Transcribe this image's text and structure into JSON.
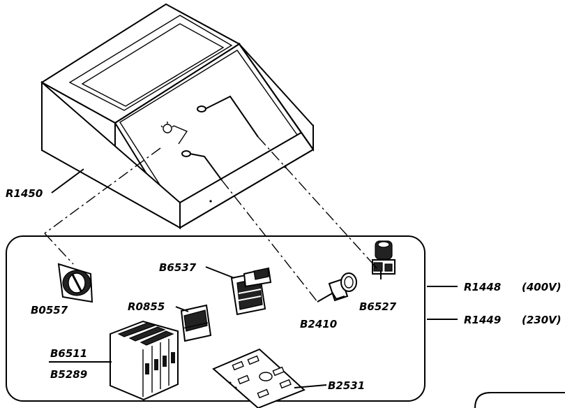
{
  "labels": {
    "enclosure": "R1450",
    "selector_switch": "B0557",
    "transformer": "B6537",
    "relay": "R0855",
    "breaker_1": "B6511",
    "breaker_2": "B5289",
    "pilot_light": "B2410",
    "emergency_button": "B6527",
    "circuit_board": "B2531",
    "kit_400v": "R1448",
    "kit_400v_voltage": "(400V)",
    "kit_230v": "R1449",
    "kit_230v_voltage": "(230V)"
  }
}
